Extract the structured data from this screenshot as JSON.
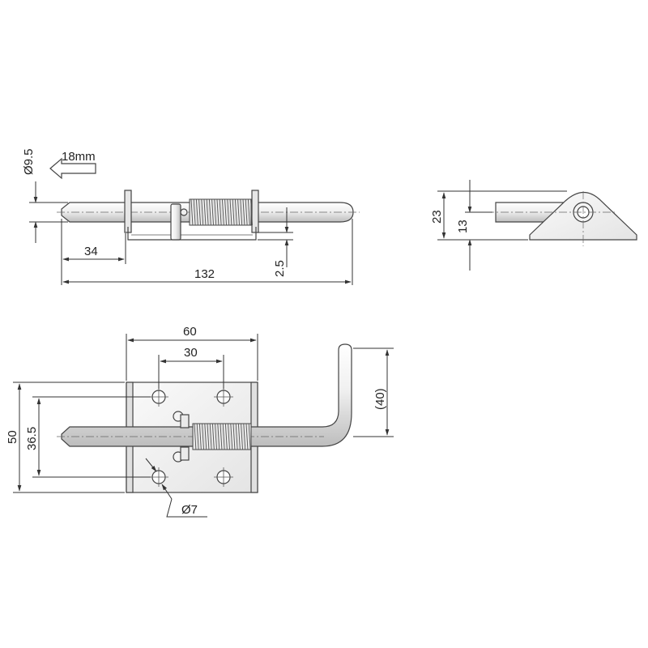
{
  "side_view": {
    "diameter_label": "Ø9.5",
    "travel_label": "18mm",
    "tip_length_label": "34",
    "overall_length_label": "132",
    "offset_label": "2.5"
  },
  "end_view": {
    "height_label": "23",
    "axis_height_label": "13"
  },
  "plan_view": {
    "hole_span_outer_label": "60",
    "hole_span_inner_label": "30",
    "plate_height_label": "50",
    "hole_pitch_label": "36.5",
    "handle_length_label": "(40)",
    "hole_diameter_label": "Ø7"
  },
  "colors": {
    "line": "#333333",
    "metal_light": "#f2f2f2",
    "metal_mid": "#d9d9d9",
    "metal_dark": "#9a9a9a"
  }
}
